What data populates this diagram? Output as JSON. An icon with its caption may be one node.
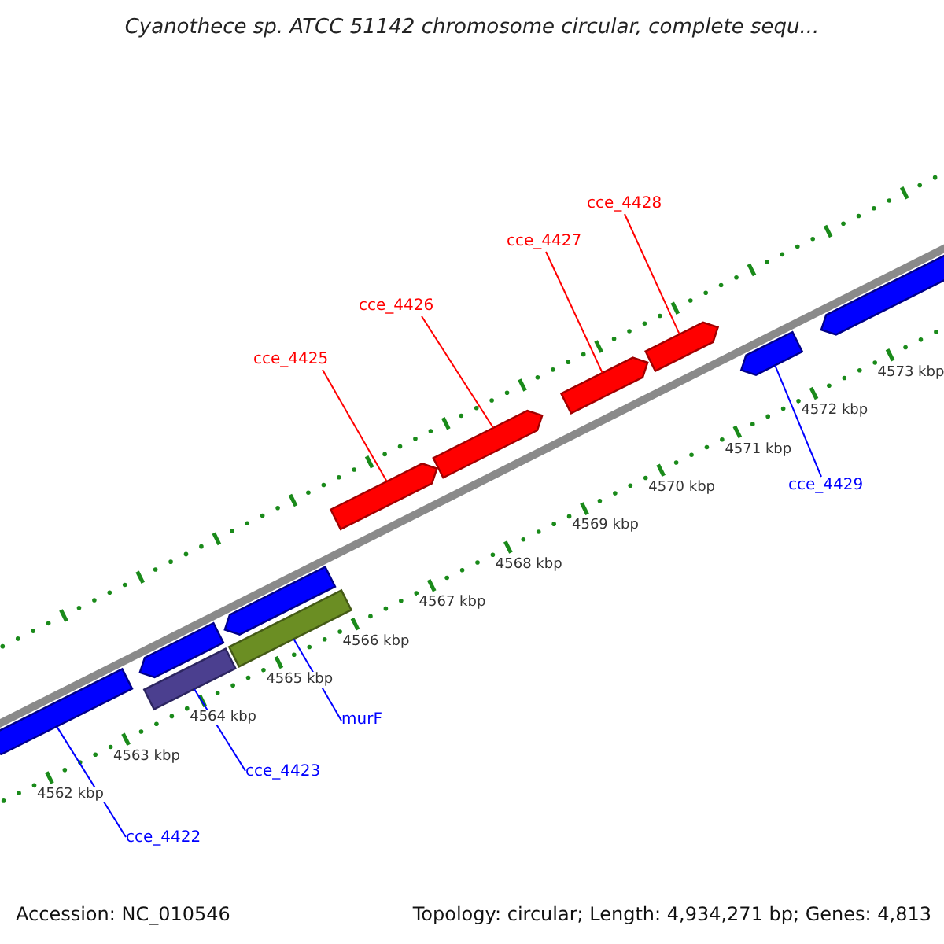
{
  "diagram": {
    "title": "Cyanothece sp. ATCC 51142 chromosome circular, complete sequ...",
    "nodes": [
      {
        "text": [
          "cce_4428"
        ]
      },
      {
        "text": [
          "cce_4427"
        ]
      },
      {
        "text": [
          "cce_4426"
        ]
      },
      {
        "text": [
          "cce_4425"
        ]
      },
      {
        "text": [
          "cce_4429"
        ]
      },
      {
        "text": [
          "murF"
        ]
      },
      {
        "text": [
          "cce_4423"
        ]
      },
      {
        "text": [
          "cce_4422"
        ]
      },
      {
        "text": [],
        "shape": "bar"
      },
      {
        "text": [],
        "shape": "bar"
      },
      {
        "text": [],
        "shape": "bar"
      },
      {
        "text": [],
        "shape": "bar"
      },
      {
        "text": [],
        "shape": "bar"
      },
      {
        "text": [],
        "shape": "bar"
      },
      {
        "text": [],
        "shape": "bar"
      },
      {
        "text": [],
        "shape": "bar"
      },
      {
        "text": [],
        "shape": "bar"
      },
      {
        "text": [],
        "shape": "bar"
      },
      {
        "text": [],
        "shape": "bar"
      }
    ],
    "edges": [
      {
        "from": 0,
        "to": 16,
        "arrow": "none",
        "color": "#ff0000"
      },
      {
        "from": 1,
        "to": 15,
        "arrow": "none",
        "color": "#ff0000"
      },
      {
        "from": 2,
        "to": 14,
        "arrow": "none",
        "color": "#ff0000"
      },
      {
        "from": 3,
        "to": 13,
        "arrow": "none",
        "color": "#ff0000"
      },
      {
        "from": 4,
        "to": 17,
        "arrow": "none",
        "color": "#0000ff"
      },
      {
        "from": 5,
        "to": 12,
        "arrow": "none",
        "color": "#0000ff"
      },
      {
        "from": 6,
        "to": 9,
        "arrow": "none",
        "color": "#0000ff"
      },
      {
        "from": 7,
        "to": 8,
        "arrow": "none",
        "color": "#0000ff"
      }
    ],
    "labels": [
      "4573 kbp",
      "4572 kbp",
      "4571 kbp",
      "4570 kbp",
      "4569 kbp",
      "4568 kbp",
      "4567 kbp",
      "4566 kbp",
      "4565 kbp",
      "4564 kbp",
      "4563 kbp",
      "4562 kbp",
      "Accession: NC_010546",
      "Topology: circular; Length: 4,934,271 bp; Genes: 4,813"
    ]
  }
}
